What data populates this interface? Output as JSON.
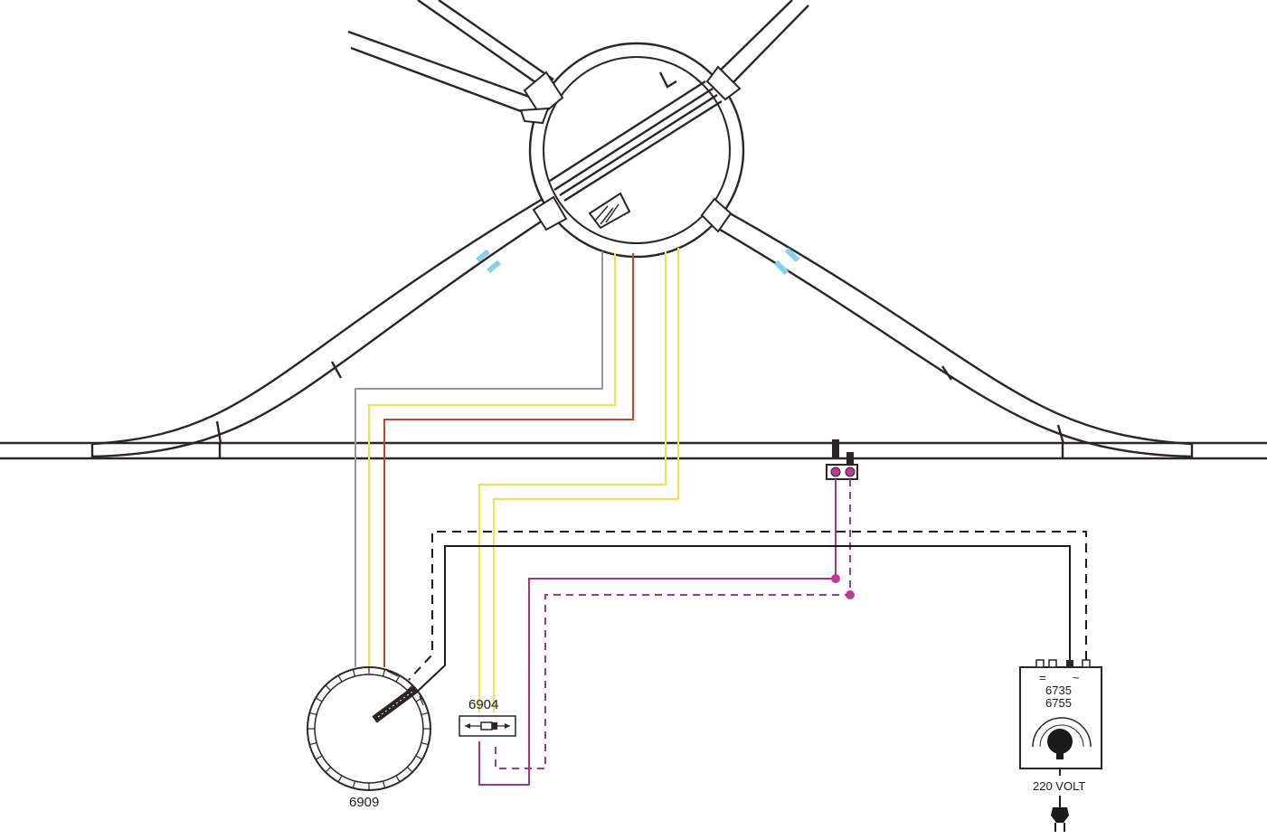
{
  "labels": {
    "controller": "6909",
    "switch_box": "6904",
    "transformer_line1": "6735",
    "transformer_line2": "6755",
    "mains": "220 VOLT",
    "dc_symbol": "=",
    "ac_symbol": "~"
  },
  "colors": {
    "track": "#2b2523",
    "wire_grey": "#9a9690",
    "wire_yellow": "#f2e24a",
    "wire_red": "#c8452b",
    "wire_magenta": "#a2378a",
    "wire_black": "#1a1a1a",
    "insulator": "#8ad0ea",
    "terminal": "#c2389a"
  },
  "icons": {
    "plug": "plug-icon",
    "knob": "knob-icon",
    "switch": "toggle-switch-icon"
  }
}
